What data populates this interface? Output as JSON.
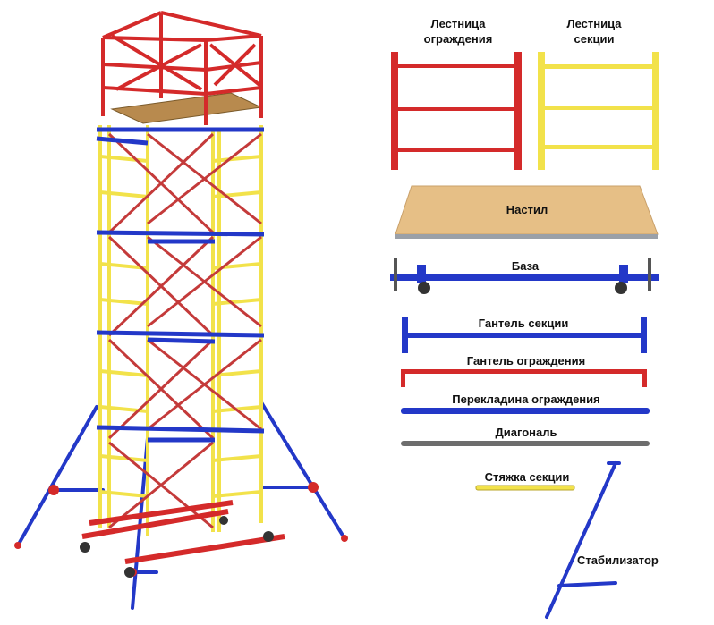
{
  "colors": {
    "red": "#d42a2a",
    "yellow": "#f2e24a",
    "blue": "#2338c8",
    "grey": "#6d6d6d",
    "wood": "#e6bf86"
  },
  "parts": {
    "guard_ladder": "Лестница\nограждения",
    "section_ladder": "Лестница\nсекции",
    "deck": "Настил",
    "base": "База",
    "section_dumbbell": "Гантель секции",
    "guard_dumbbell": "Гантель ограждения",
    "guard_crossbar": "Перекладина ограждения",
    "diagonal": "Диагональ",
    "section_tie": "Стяжка секции",
    "stabilizer": "Стабилизатор"
  }
}
